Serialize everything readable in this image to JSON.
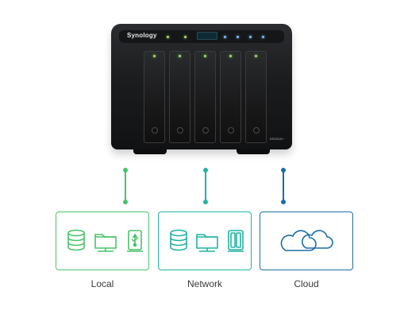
{
  "device": {
    "brand": "Synology",
    "model": "DS1515+",
    "lcd_text": "",
    "bay_count": 5
  },
  "labels": {
    "local": "Local",
    "network": "Network",
    "cloud": "Cloud"
  },
  "colors": {
    "local": "#49c36a",
    "network": "#20b3a1",
    "cloud": "#1b6ea6",
    "label_text": "#3a3a3a"
  },
  "icons": {
    "local": [
      "database-icon",
      "folder-icon",
      "usb-drive-icon"
    ],
    "network": [
      "database-icon",
      "folder-icon",
      "server-icon"
    ],
    "cloud": [
      "cloud-icon"
    ]
  }
}
